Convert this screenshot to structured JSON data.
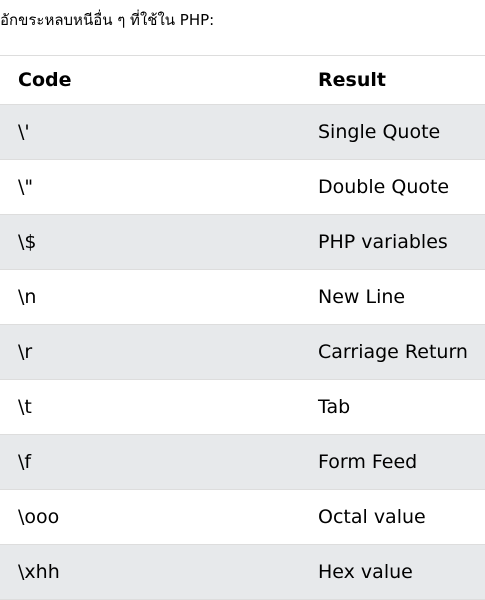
{
  "intro_text": "อักขระหลบหนีอื่น ๆ ที่ใช้ใน PHP:",
  "table": {
    "headers": {
      "code": "Code",
      "result": "Result"
    },
    "rows": [
      {
        "code": "\\'",
        "result": "Single Quote"
      },
      {
        "code": "\\\"",
        "result": "Double Quote"
      },
      {
        "code": "\\$",
        "result": "PHP variables"
      },
      {
        "code": "\\n",
        "result": "New Line"
      },
      {
        "code": "\\r",
        "result": "Carriage Return"
      },
      {
        "code": "\\t",
        "result": "Tab"
      },
      {
        "code": "\\f",
        "result": "Form Feed"
      },
      {
        "code": "\\ooo",
        "result": "Octal value"
      },
      {
        "code": "\\xhh",
        "result": "Hex value"
      }
    ]
  },
  "colors": {
    "row_stripe": "#e7e9eb",
    "border": "#dddddd"
  }
}
